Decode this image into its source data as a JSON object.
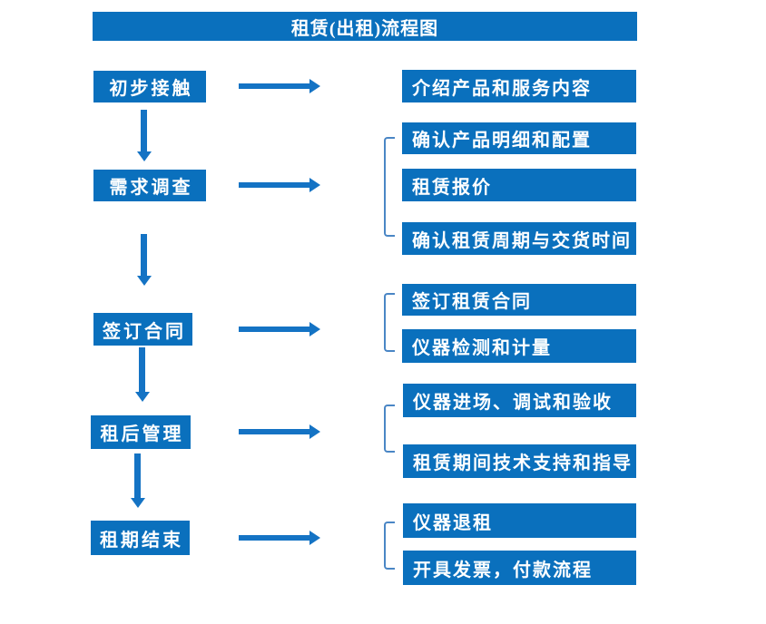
{
  "header": {
    "title": "租赁(出租)流程图"
  },
  "colors": {
    "box_fill": "#0a70bd",
    "arrow": "#1473c4",
    "bracket": "#4a86c5",
    "box_text": "#ffffff",
    "background": "#ffffff"
  },
  "steps": [
    {
      "label": "初步接触",
      "details": [
        "介绍产品和服务内容"
      ]
    },
    {
      "label": "需求调查",
      "details": [
        "确认产品明细和配置",
        "租赁报价",
        "确认租赁周期与交货时间"
      ]
    },
    {
      "label": "签订合同",
      "details": [
        "签订租赁合同",
        "仪器检测和计量"
      ]
    },
    {
      "label": "租后管理",
      "details": [
        "仪器进场、调试和验收",
        "租赁期间技术支持和指导"
      ]
    },
    {
      "label": "租期结束",
      "details": [
        "仪器退租",
        "开具发票，付款流程"
      ]
    }
  ]
}
